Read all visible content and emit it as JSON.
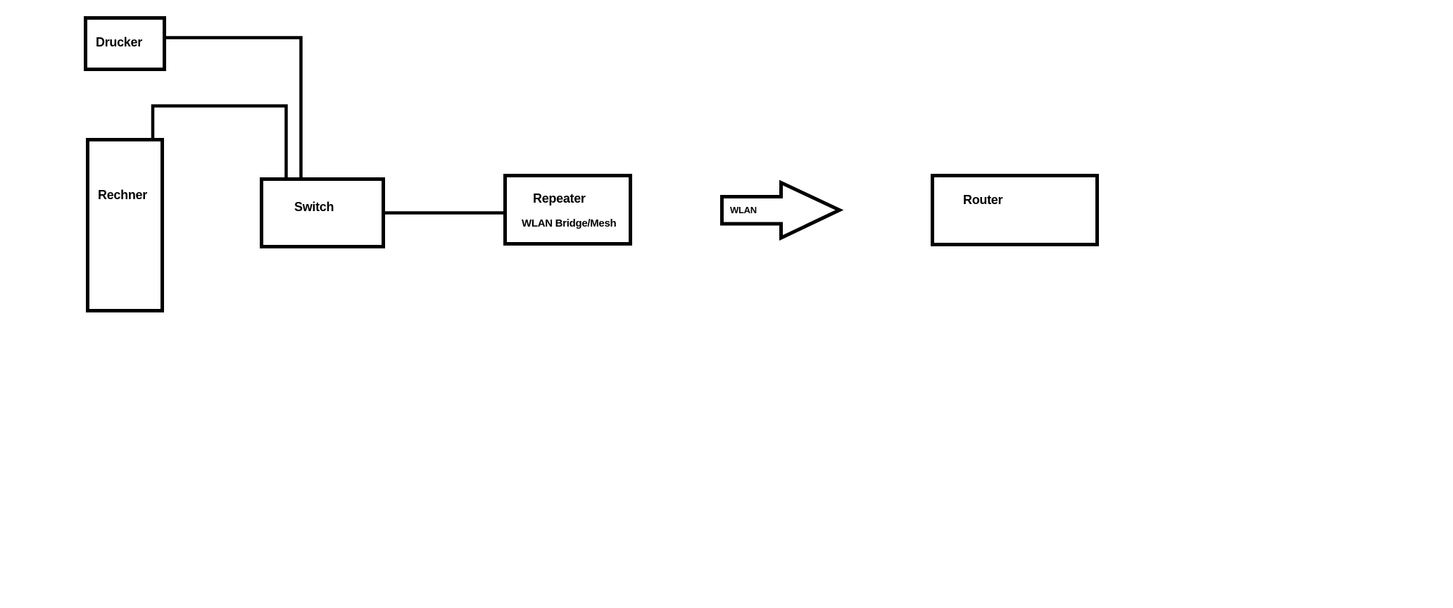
{
  "diagram": {
    "background": "#ffffff",
    "ink": "#000000",
    "nodes": [
      {
        "id": "drucker",
        "label": "Drucker"
      },
      {
        "id": "rechner",
        "label": "Rechner"
      },
      {
        "id": "switch",
        "label": "Switch"
      },
      {
        "id": "repeater",
        "label": "Repeater",
        "sublabel": "WLAN Bridge/Mesh"
      },
      {
        "id": "router",
        "label": "Router"
      }
    ],
    "arrow": {
      "label": "WLAN",
      "direction": "right",
      "from": "Repeater",
      "to": "Router"
    },
    "connections": [
      {
        "from": "Drucker",
        "to": "Switch",
        "type": "cable"
      },
      {
        "from": "Rechner",
        "to": "Switch",
        "type": "cable"
      },
      {
        "from": "Switch",
        "to": "Repeater",
        "type": "cable"
      },
      {
        "from": "Repeater",
        "to": "Router",
        "type": "WLAN"
      }
    ]
  }
}
